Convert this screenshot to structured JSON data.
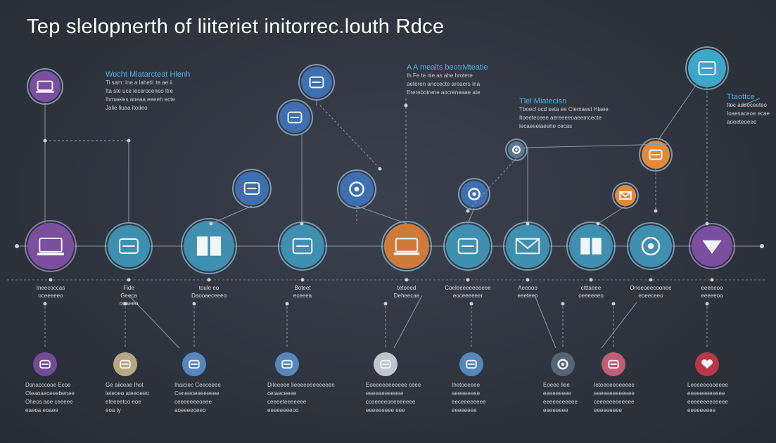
{
  "title": "Tep slelopnerth  of  liiteriet  initorrec.louth Rdce",
  "top_annotations": [
    {
      "head": "Wocht Miatarcteat Hlenh",
      "lines": [
        "Ti sam: ine a laheti: te ae ii",
        "Ita ste uce ieceroceneo ltre",
        "Ihmaeies aneaa eeeeh ecte",
        "Jalie liuaa itodeo"
      ]
    },
    {
      "head": "A A mealts beotrMteatie",
      "lines": [
        "Ih Fe te nie as ahe hrotere",
        "aeteren anccecte areaers Ina",
        "Ererebotrene aocreneaae ate"
      ]
    },
    {
      "head": "Tlel Miatecisn",
      "lines": [
        "Tboecl ocd seta ee Clemaest Hlaee",
        "Itoeeteceee aereeeeoaeemcecte",
        "lecaeeeiaeehe cecas"
      ]
    },
    {
      "head": "Ttaottce",
      "lines": [
        "ttoc adeoceeteo",
        "Ioaesaceoe ecae",
        "aoeeteoeee"
      ]
    }
  ],
  "timeline_nodes": [
    {
      "icon": "laptop-icon",
      "color": "#7b4fa0",
      "label": [
        "Ineecoccas",
        "oceeeeeo"
      ]
    },
    {
      "icon": "brain-icon",
      "color": "#3e8fb0",
      "label": [
        "Fide",
        "Geeca",
        "ooaeeo"
      ]
    },
    {
      "icon": "folder-icon",
      "color": "#3e8fb0",
      "label": [
        "toule eo",
        "Daooaeceeeo"
      ]
    },
    {
      "icon": "handshake-icon",
      "color": "#3e8fb0",
      "label": [
        "Boteet",
        "eceeea"
      ]
    },
    {
      "icon": "laptop-icon",
      "color": "#d07a3a",
      "label": [
        "tetoeed",
        "Deheecae"
      ]
    },
    {
      "icon": "hand-icon",
      "color": "#3e8fb0",
      "label": [
        "Coeleeeeeeeeeee",
        "eoceeeeeer"
      ]
    },
    {
      "icon": "envelope-icon",
      "color": "#3e8fb0",
      "label": [
        "Aeeooo",
        "eeeteeo"
      ]
    },
    {
      "icon": "book-icon",
      "color": "#3e8fb0",
      "label": [
        "ctttaeee",
        "oeeeeeeo"
      ]
    },
    {
      "icon": "ear-icon",
      "color": "#3e8fb0",
      "label": [
        "Onoeoeecoonee",
        "eoeeceeo"
      ]
    },
    {
      "icon": "cup-icon",
      "color": "#7b4fa0",
      "label": [
        "eeeeeoo",
        "eeeeeoo"
      ]
    }
  ],
  "upper_nodes": [
    {
      "icon": "monitor-icon",
      "color": "#7b4fa0"
    },
    {
      "icon": "chair-icon",
      "color": "#3e6fb0"
    },
    {
      "icon": "fist-icon",
      "color": "#3e6fb0"
    },
    {
      "icon": "brush-icon",
      "color": "#3e6fb0"
    },
    {
      "icon": "ring-icon",
      "color": "#3e6fb0"
    },
    {
      "icon": "coin-icon",
      "color": "#3e6fb0"
    },
    {
      "icon": "cart-icon",
      "color": "#e08a3a"
    },
    {
      "icon": "mail-icon",
      "color": "#e08a3a"
    },
    {
      "icon": "ring-icon",
      "color": "#5a7890"
    },
    {
      "icon": "car-icon",
      "color": "#e08a3a"
    },
    {
      "icon": "bed-icon",
      "color": "#3ea6c8"
    }
  ],
  "bottom_items": [
    {
      "icon": "gem-icon",
      "color": "#7b4fa0",
      "lines": [
        "Dsnacccooe Ecoe",
        "Oleaoaeceeebenee",
        "Oheos aoe ceeeee",
        "eaeoa eoaee"
      ]
    },
    {
      "icon": "figure-icon",
      "color": "#c8b48a",
      "lines": [
        "Ge aiiceae Ihot",
        "leteoeo ateeoeeo",
        "eteeeetco eoe",
        "eoa ty"
      ]
    },
    {
      "icon": "wave-icon",
      "color": "#5a90c8",
      "lines": [
        "Ihaiciec Ceeceeee",
        "Ceneeoeeeeeeee",
        "ceeeeeeeoeee",
        "aoeeeeoeeo"
      ]
    },
    {
      "icon": "machine-icon",
      "color": "#5a90c8",
      "lines": [
        "Dileeeee Iieeeeeeeeeeeen",
        "cetaeceeee",
        "ceeeeteeeeeee",
        "eeeeeeeeoo"
      ]
    },
    {
      "icon": "microscope-icon",
      "color": "#d0d6de",
      "lines": [
        "Eoeeeeeeeeeee ceee",
        "eeeeaeeeeeee",
        "cceeeeeoeeeeeeee",
        "eeeeeeeee eee"
      ]
    },
    {
      "icon": "tablet-icon",
      "color": "#5a90c8",
      "lines": [
        "Ihetoeeeee",
        "aeeeeeeee",
        "eeceeeeeeee",
        "eeeeeeee"
      ]
    },
    {
      "icon": "globe-icon",
      "color": "#5a6a7a",
      "lines": [
        "Eoeee liee",
        "eeeeeeeee",
        "eeeeeeeeeee",
        "eeeeeeee"
      ]
    },
    {
      "icon": "scroll-icon",
      "color": "#d0607a",
      "lines": [
        "Ieteeeeeoeeeee",
        "eeeeeeeeeeeee",
        "ceeeeeeeeeeee",
        "eeeeeeeee"
      ]
    },
    {
      "icon": "heart-icon",
      "color": "#c83a4a",
      "lines": [
        "Leeeeeeooeeee",
        "eeeeeeeeeeee",
        "eeeeeeeeeeeee",
        "eeeeeeeee"
      ]
    }
  ]
}
